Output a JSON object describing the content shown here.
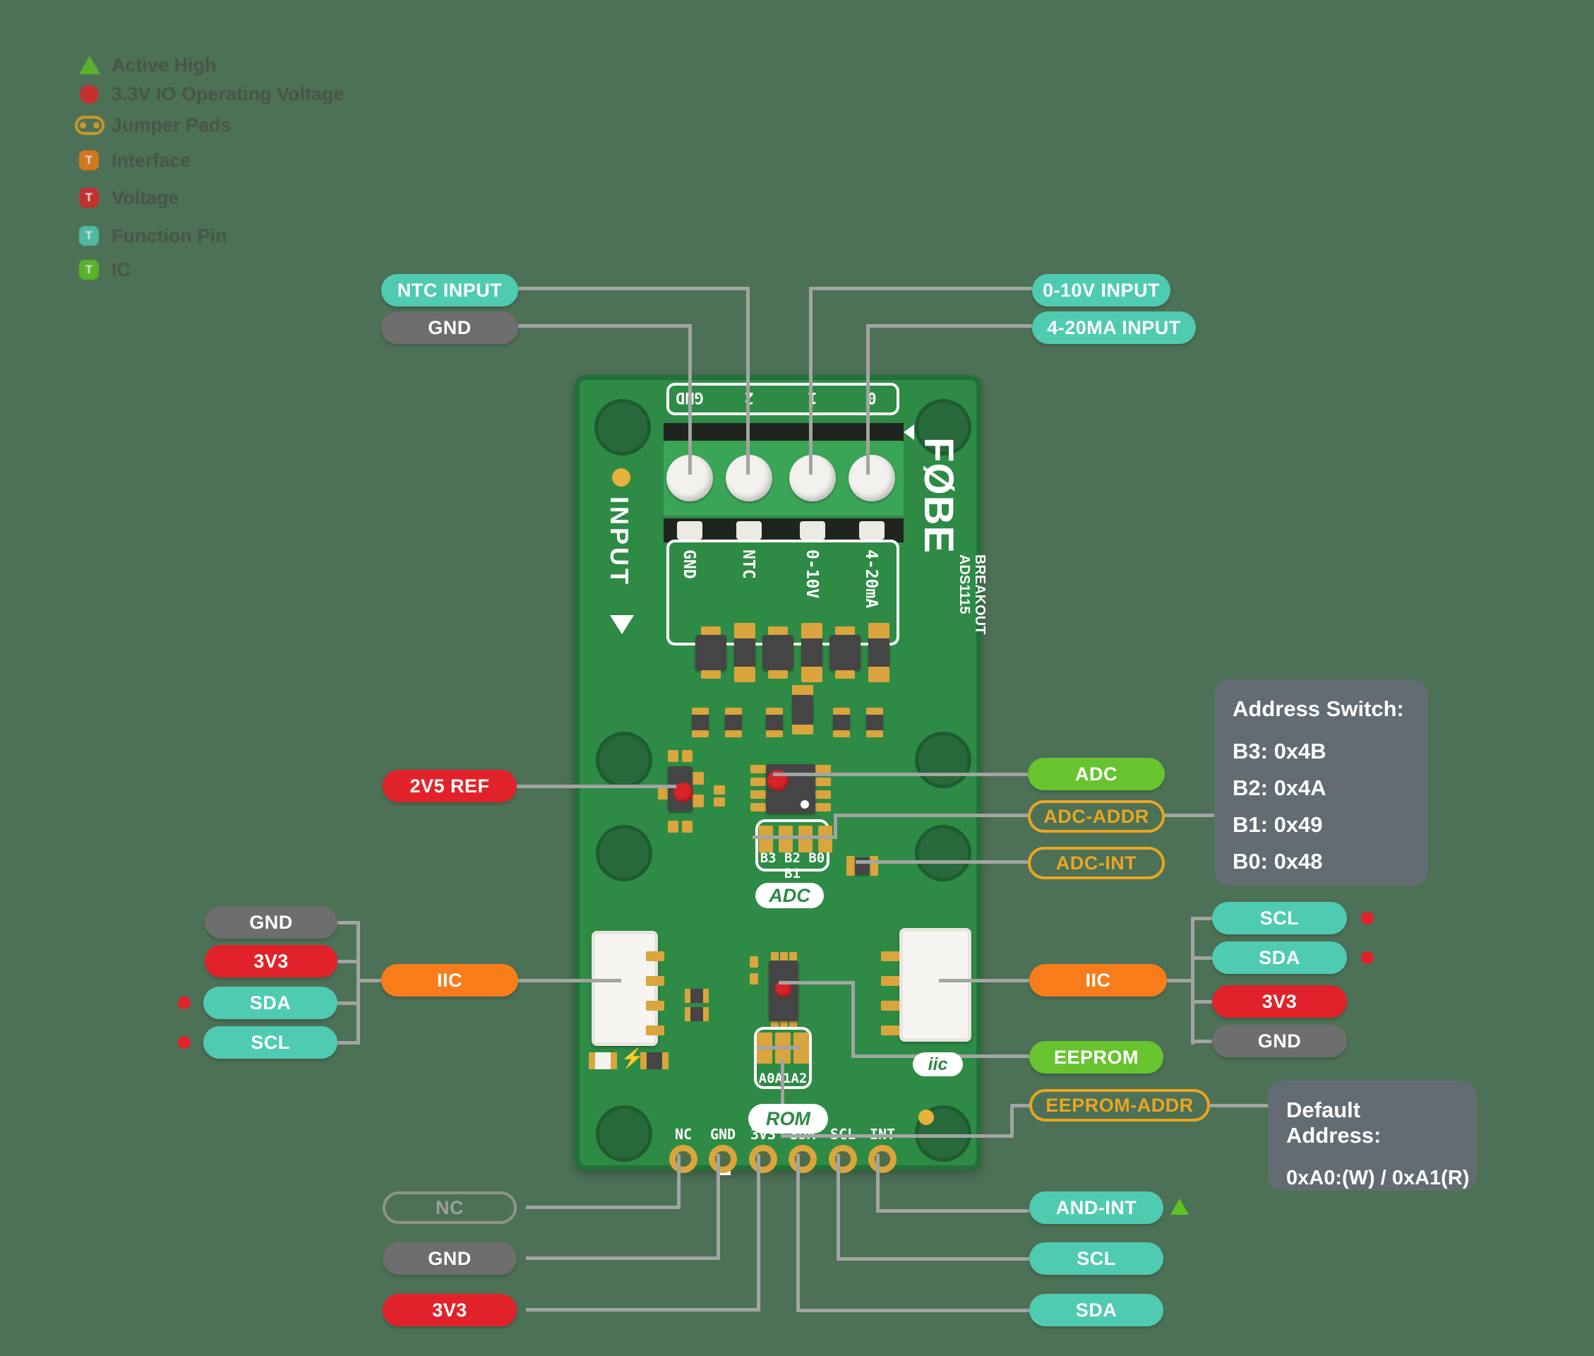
{
  "legend": {
    "badge_letter": "T",
    "items": [
      {
        "icon": "active-high-triangle",
        "label": "Active High"
      },
      {
        "icon": "io-voltage-dot",
        "label": "3.3V IO Operating Voltage"
      },
      {
        "icon": "jumper-pads",
        "label": "Jumper Pads"
      },
      {
        "icon": "interface-badge",
        "label": "Interface"
      },
      {
        "icon": "voltage-badge",
        "label": "Voltage"
      },
      {
        "icon": "function-pin-badge",
        "label": "Function Pin"
      },
      {
        "icon": "ic-badge",
        "label": "IC"
      }
    ]
  },
  "callouts": {
    "ntc_input": "NTC INPUT",
    "gnd_top": "GND",
    "v010_input": "0-10V INPUT",
    "ma420_input": "4-20MA INPUT",
    "ref2v5": "2V5 REF",
    "left_gnd": "GND",
    "left_3v3": "3V3",
    "left_sda": "SDA",
    "left_scl": "SCL",
    "left_iic": "IIC",
    "adc": "ADC",
    "adc_addr": "ADC-ADDR",
    "adc_int": "ADC-INT",
    "right_iic": "IIC",
    "right_scl": "SCL",
    "right_sda": "SDA",
    "right_3v3": "3V3",
    "right_gnd": "GND",
    "eeprom": "EEPROM",
    "eeprom_addr": "EEPROM-ADDR",
    "nc": "NC",
    "bottom_gnd": "GND",
    "bottom_3v3": "3V3",
    "and_int": "AND-INT",
    "bottom_scl": "SCL",
    "bottom_sda": "SDA"
  },
  "board": {
    "input_label": "INPUT",
    "logo": "FØBE",
    "logo_line1": "BREAKOUT",
    "logo_line2": "ADS1115",
    "terminal_top": [
      "GND",
      "2",
      "1",
      "0"
    ],
    "terminal_silk": [
      "GND",
      "NTC",
      "0-10V",
      "4-20mA"
    ],
    "adc_jumpers": "B3 B2 B0 B1",
    "adc_silk": "ADC",
    "rom_jumpers": "A0A1A2",
    "rom_silk": "ROM",
    "iic_silk": "iic",
    "pads": [
      "NC",
      "GND",
      "3V3",
      "SDA",
      "SCL",
      "INT"
    ]
  },
  "info": {
    "address_switch": {
      "title": "Address Switch:",
      "lines": [
        "B3: 0x4B",
        "B2: 0x4A",
        "B1: 0x49",
        "B0: 0x48"
      ]
    },
    "default_address": {
      "title": "Default Address:",
      "lines": [
        "0xA0:(W) / 0xA1(R)"
      ]
    }
  },
  "colors": {
    "background": "#4d7156",
    "board_green": "#2e8b45",
    "terminal_green": "#3aa557",
    "teal": "#4fcbb2",
    "gray": "#6e6e6e",
    "red": "#e2222a",
    "orange": "#f87d1a",
    "green": "#67c42f",
    "yellow": "#eaa61f",
    "wire": "#a2a5a2",
    "gold": "#d9a53c"
  }
}
